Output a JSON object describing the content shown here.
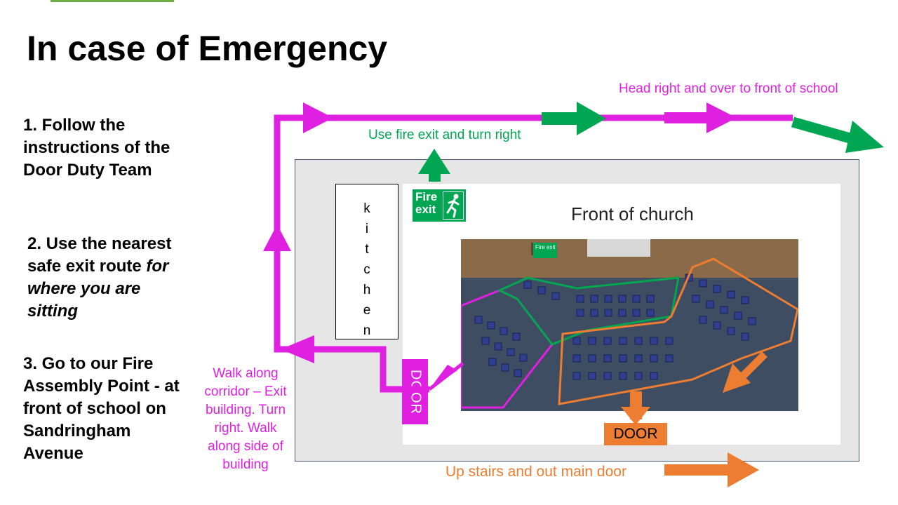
{
  "title": "In case of Emergency",
  "steps": {
    "step1": "1. Follow the instructions of the Door Duty Team",
    "step2_plain": "2. Use the nearest safe exit route ",
    "step2_italic": "for where you are sitting",
    "step3": "3. Go to our Fire Assembly Point - at front of school on Sandringham Avenue"
  },
  "map": {
    "kitchen_letters": [
      "k",
      "i",
      "t",
      "c",
      "h",
      "e",
      "n"
    ],
    "front_label": "Front of church",
    "fire_sign_text": "Fire exit",
    "fire_sign_small": "Fire exit",
    "door_side": "DOOR",
    "door_main": "DOOR"
  },
  "notes": {
    "school": "Head right and over to front of school",
    "fire_exit": "Use fire exit and turn right",
    "stairs": "Up stairs and out main door",
    "corridor": "Walk along corridor – Exit building. Turn right. Walk along side of building"
  },
  "colors": {
    "magenta": "#e020e0",
    "green": "#00a651",
    "orange": "#ed7d31"
  },
  "icons": [
    "running-person-icon",
    "arrow-icon"
  ]
}
